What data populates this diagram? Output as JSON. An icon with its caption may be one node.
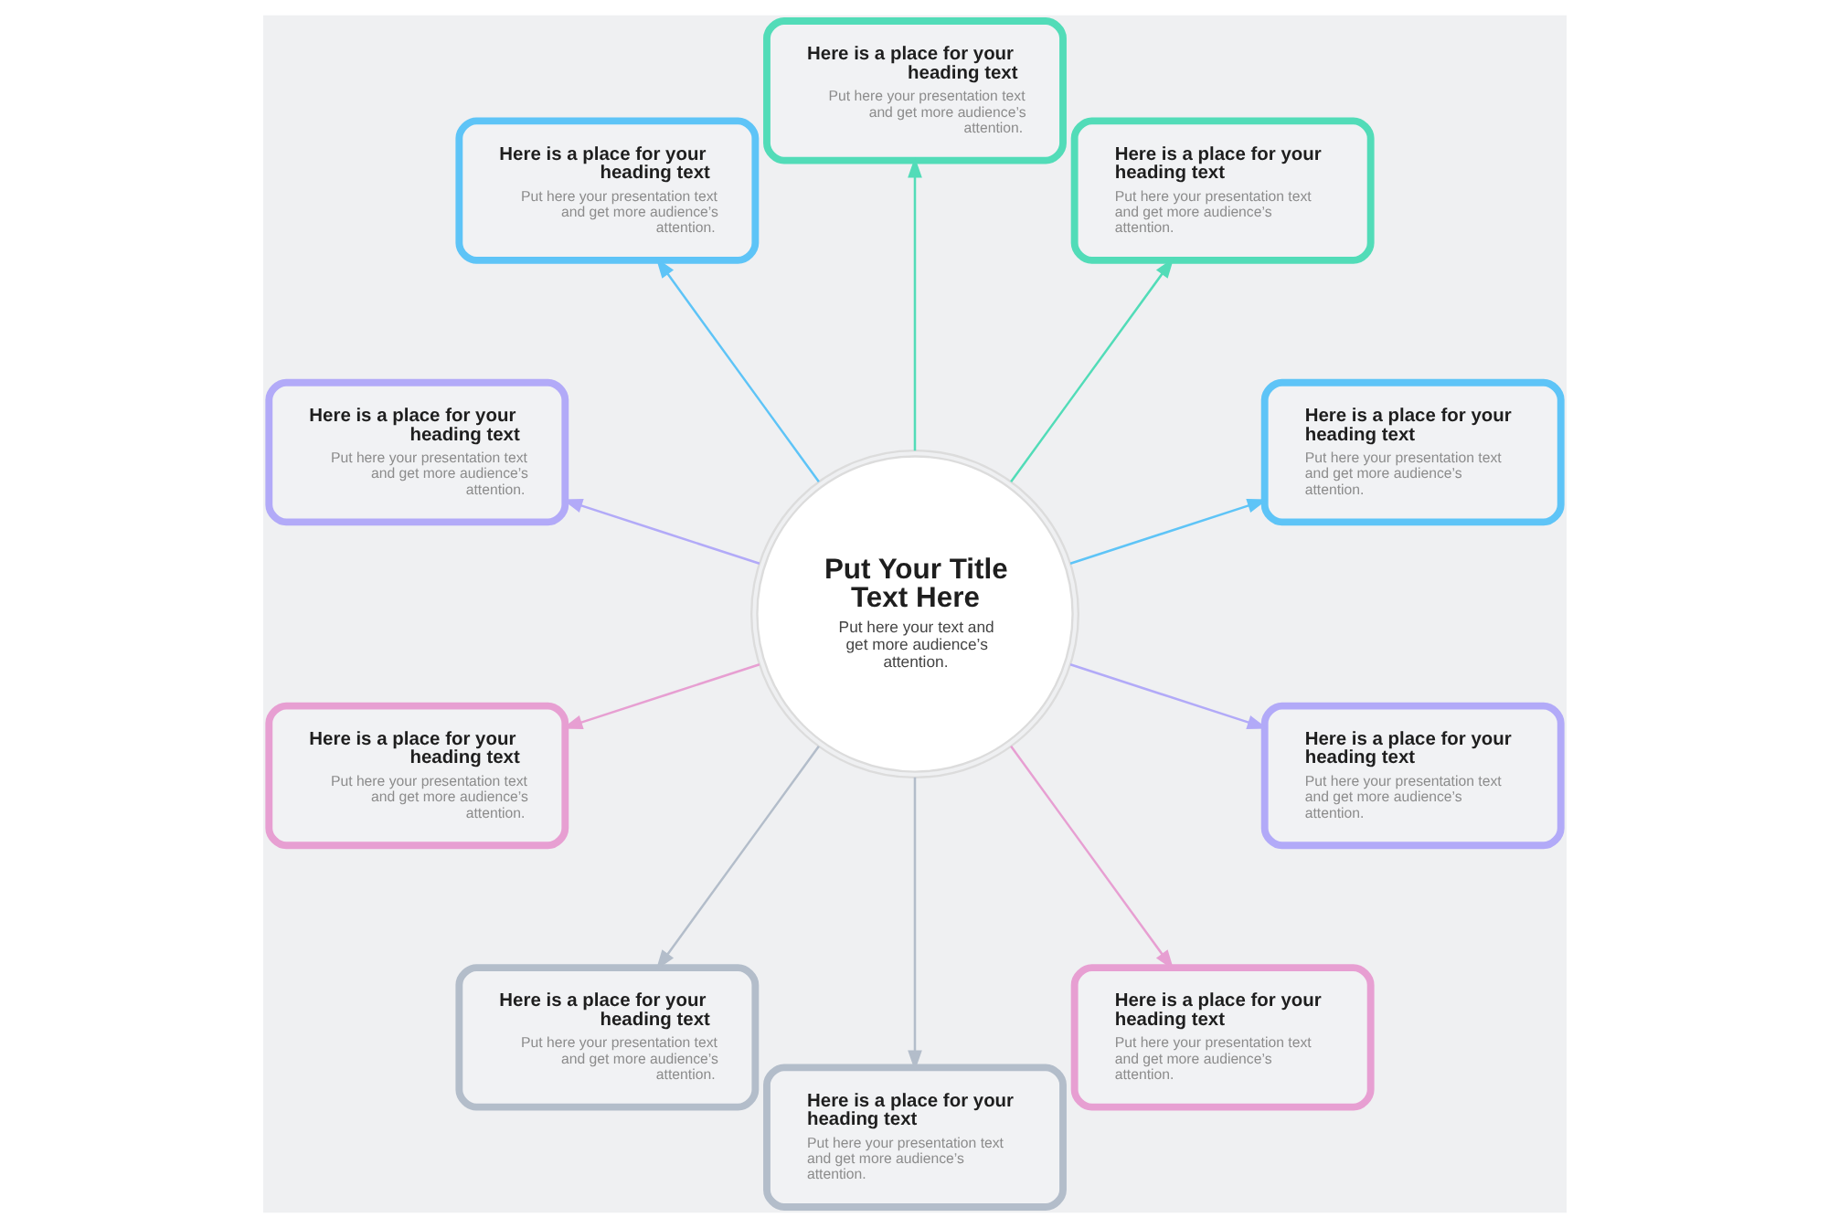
{
  "diagram": {
    "nodes": [
      {
        "text": [
          "Put Your Title Text Here",
          "Put here your text and get more audience’s attention."
        ]
      },
      {
        "text": [
          "Here is a place for your heading text",
          "Put here your presentation text and get more audience’s attention."
        ]
      },
      {
        "text": [
          "Here is a place for your heading text",
          "Put here your presentation text and get more audience’s attention."
        ]
      },
      {
        "text": [
          "Here is a place for your heading text",
          "Put here your presentation text and get more audience’s attention."
        ]
      },
      {
        "text": [
          "Here is a place for your heading text",
          "Put here your presentation text and get more audience’s attention."
        ]
      },
      {
        "text": [
          "Here is a place for your heading text",
          "Put here your presentation text and get more audience’s attention."
        ]
      },
      {
        "text": [
          "Here is a place for your heading text",
          "Put here your presentation text and get more audience’s attention."
        ]
      },
      {
        "text": [
          "Here is a place for your heading text",
          "Put here your presentation text and get more audience’s attention."
        ]
      },
      {
        "text": [
          "Here is a place for your heading text",
          "Put here your presentation text and get more audience’s attention."
        ]
      },
      {
        "text": [
          "Here is a place for your heading text",
          "Put here your presentation text and get more audience’s attention."
        ]
      },
      {
        "text": [
          "Here is a place for your heading text",
          "Put here your presentation text and get more audience’s attention."
        ]
      }
    ],
    "edges": [
      {
        "from": 0,
        "to": 1,
        "arrow": "to",
        "color": "#52dcb8"
      },
      {
        "from": 0,
        "to": 2,
        "arrow": "to",
        "color": "#5ec4f7"
      },
      {
        "from": 0,
        "to": 3,
        "arrow": "to",
        "color": "#b2aaf8"
      },
      {
        "from": 0,
        "to": 4,
        "arrow": "to",
        "color": "#e79fd2"
      },
      {
        "from": 0,
        "to": 5,
        "arrow": "to",
        "color": "#b3bdca"
      },
      {
        "from": 0,
        "to": 6,
        "arrow": "to",
        "color": "#52dcb8"
      },
      {
        "from": 0,
        "to": 7,
        "arrow": "to",
        "color": "#5ec4f7"
      },
      {
        "from": 0,
        "to": 8,
        "arrow": "to",
        "color": "#b2aaf8"
      },
      {
        "from": 0,
        "to": 9,
        "arrow": "to",
        "color": "#e79fd2"
      },
      {
        "from": 0,
        "to": 10,
        "arrow": "to",
        "color": "#b3bdca"
      }
    ]
  }
}
